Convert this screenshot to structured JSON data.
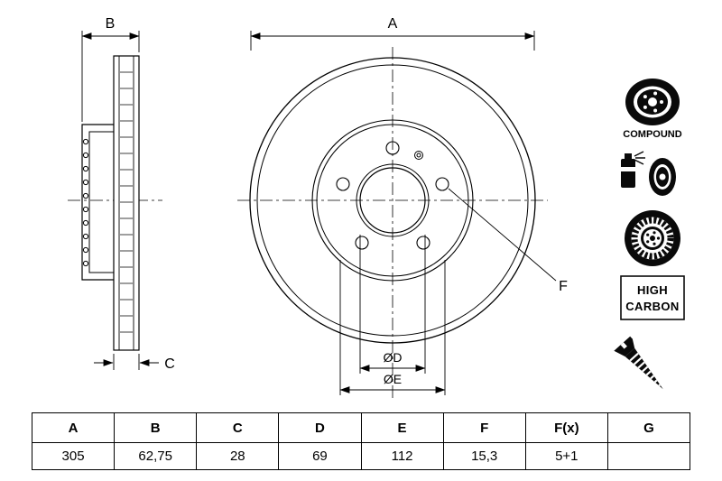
{
  "drawing": {
    "dim_a": "A",
    "dim_b": "B",
    "dim_c": "C",
    "dim_d": "ØD",
    "dim_e": "ØE",
    "dim_f": "F"
  },
  "icons": {
    "compound": "COMPOUND",
    "high_carbon": [
      "HIGH",
      "CARBON"
    ]
  },
  "table": {
    "headers": [
      "A",
      "B",
      "C",
      "D",
      "E",
      "F",
      "F(x)",
      "G"
    ],
    "values": [
      "305",
      "62,75",
      "28",
      "69",
      "112",
      "15,3",
      "5+1",
      ""
    ]
  },
  "colors": {
    "line": "#000000",
    "background": "#ffffff"
  }
}
